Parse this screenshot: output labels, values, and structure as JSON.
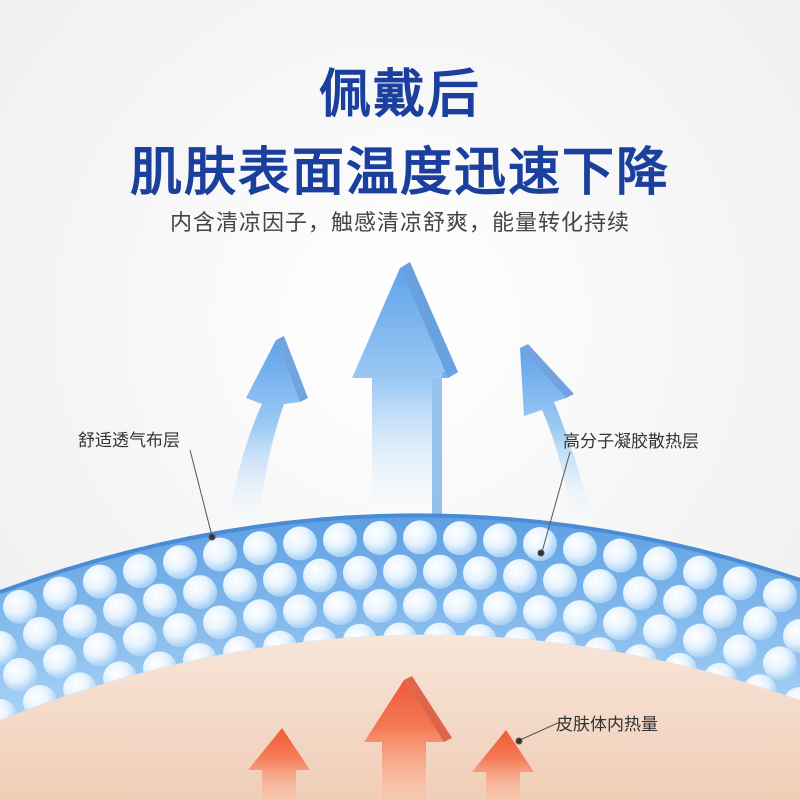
{
  "heading": {
    "line1": "佩戴后",
    "line2": "肌肤表面温度迅速下降",
    "subtitle": "内含清凉因子，触感清凉舒爽，能量转化持续"
  },
  "labels": {
    "fabric_layer": "舒适透气布层",
    "gel_layer": "高分子凝胶散热层",
    "body_heat": "皮肤体内热量"
  },
  "colors": {
    "title": "#1b3f9c",
    "cool_arrow": "#7eb7ef",
    "gel_band": "#8cc4f2",
    "bead": "#e9f5ff",
    "skin": "#f4dccb",
    "heat_arrow": "#f2704e"
  }
}
